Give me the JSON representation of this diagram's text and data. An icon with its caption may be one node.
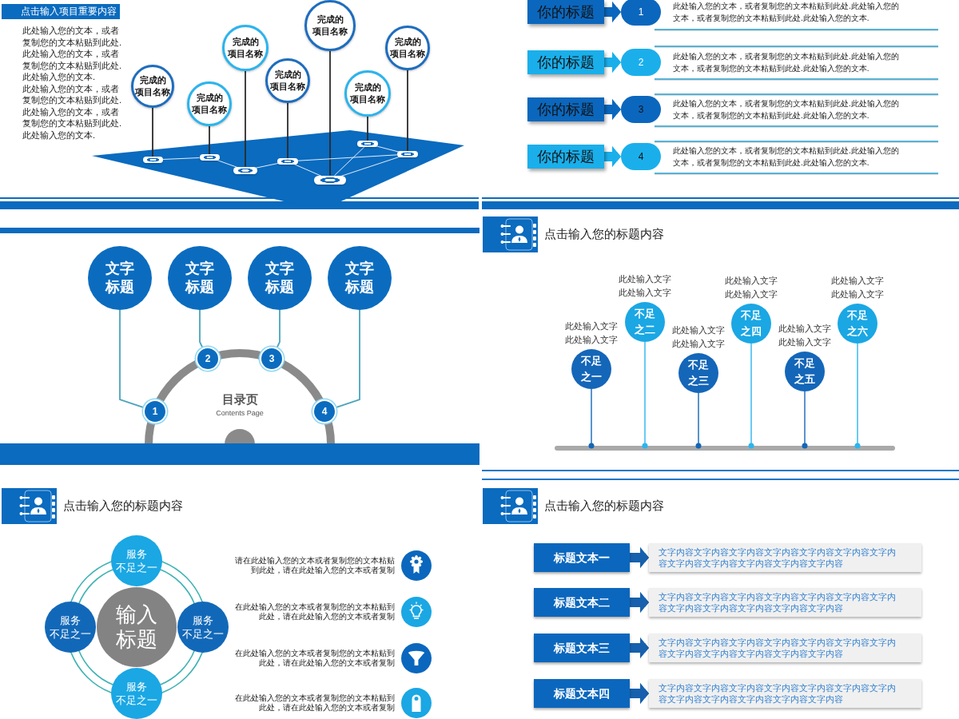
{
  "diagram": {
    "nodes": [
      {
        "text": [
          "点击输入项目重要内容"
        ]
      },
      {
        "text": [
          "完成的",
          "项目名称"
        ]
      },
      {
        "text": [
          "完成的",
          "项目名称"
        ]
      },
      {
        "text": [
          "完成的",
          "项目名称"
        ]
      },
      {
        "text": [
          "完成的",
          "项目名称"
        ]
      },
      {
        "text": [
          "完成的",
          "项目名称"
        ]
      },
      {
        "text": [
          "完成的",
          "项目名称"
        ]
      },
      {
        "text": [
          "完成的",
          "项目名称"
        ]
      },
      {
        "text": [],
        "shape": "ring"
      },
      {
        "text": [],
        "shape": "ring"
      },
      {
        "text": [],
        "shape": "ring"
      },
      {
        "text": [],
        "shape": "ring"
      },
      {
        "text": [],
        "shape": "ring"
      },
      {
        "text": [],
        "shape": "ring"
      },
      {
        "text": [],
        "shape": "ring"
      },
      {
        "text": [
          "你的标题"
        ]
      },
      {
        "text": [
          "1"
        ]
      },
      {
        "text": [
          "你的标题"
        ]
      },
      {
        "text": [
          "2"
        ]
      },
      {
        "text": [
          "你的标题"
        ]
      },
      {
        "text": [
          "3"
        ]
      },
      {
        "text": [
          "你的标题"
        ]
      },
      {
        "text": [
          "4"
        ]
      },
      {
        "text": [
          "文字标题"
        ]
      },
      {
        "text": [
          "文字标题"
        ]
      },
      {
        "text": [
          "文字标题"
        ]
      },
      {
        "text": [
          "文字标题"
        ]
      },
      {
        "text": [
          "1"
        ]
      },
      {
        "text": [
          "2"
        ]
      },
      {
        "text": [
          "3"
        ]
      },
      {
        "text": [
          "4"
        ]
      },
      {
        "text": [
          "不足之一"
        ],
        "beside": [
          "此处输入文字此处输入文字"
        ]
      },
      {
        "text": [
          "不足之二"
        ],
        "beside": [
          "此处输入文字此处输入文字"
        ]
      },
      {
        "text": [
          "不足之三"
        ],
        "beside": [
          "此处输入文字此处输入文字"
        ]
      },
      {
        "text": [
          "不足之四"
        ],
        "beside": [
          "此处输入文字此处输入文字"
        ]
      },
      {
        "text": [
          "不足之五"
        ],
        "beside": [
          "此处输入文字此处输入文字"
        ]
      },
      {
        "text": [
          "不足之六"
        ],
        "beside": [
          "此处输入文字此处输入文字"
        ]
      },
      {
        "text": [],
        "shape": "bar"
      },
      {
        "text": [
          "服务",
          "不足之一"
        ]
      },
      {
        "text": [
          "服务",
          "不足之一"
        ]
      },
      {
        "text": [
          "输入标题"
        ]
      },
      {
        "text": [
          "服务",
          "不足之一"
        ]
      },
      {
        "text": [
          "服务",
          "不足之一"
        ]
      },
      {
        "text": [
          "标题文本一"
        ]
      },
      {
        "text": [
          "文字内容文字内容文字内容文字内容文字内容文字内容文字内容文字内容文字内容文字内容文字内容文字内容"
        ]
      },
      {
        "text": [
          "标题文本二"
        ]
      },
      {
        "text": [
          "文字内容文字内容文字内容文字内容文字内容文字内容文字内容文字内容文字内容文字内容文字内容文字内容"
        ]
      },
      {
        "text": [
          "标题文本三"
        ]
      },
      {
        "text": [
          "文字内容文字内容文字内容文字内容文字内容文字内容文字内容文字内容文字内容文字内容文字内容文字内容"
        ]
      },
      {
        "text": [
          "标题文本四"
        ]
      },
      {
        "text": [
          "文字内容文字内容文字内容文字内容文字内容文字内容文字内容文字内容文字内容文字内容文字内容文字内容"
        ]
      }
    ],
    "edges": [
      {
        "from": 1,
        "to": 8,
        "arrow": "none",
        "color": "#2b2b2b"
      },
      {
        "from": 2,
        "to": 9,
        "arrow": "none",
        "color": "#2b2b2b"
      },
      {
        "from": 3,
        "to": 10,
        "arrow": "none",
        "color": "#2b2b2b"
      },
      {
        "from": 4,
        "to": 11,
        "arrow": "none",
        "color": "#2b2b2b"
      },
      {
        "from": 5,
        "to": 12,
        "arrow": "none",
        "color": "#2b2b2b"
      },
      {
        "from": 6,
        "to": 13,
        "arrow": "none",
        "color": "#2b2b2b"
      },
      {
        "from": 7,
        "to": 14,
        "arrow": "none",
        "color": "#2b2b2b"
      },
      {
        "from": 8,
        "to": 9,
        "arrow": "none",
        "color": "#e3eef9"
      },
      {
        "from": 9,
        "to": 10,
        "arrow": "none",
        "color": "#e3eef9"
      },
      {
        "from": 10,
        "to": 11,
        "arrow": "none",
        "color": "#e3eef9"
      },
      {
        "from": 11,
        "to": 12,
        "arrow": "none",
        "color": "#e3eef9"
      },
      {
        "from": 11,
        "to": 14,
        "arrow": "none",
        "color": "#e3eef9"
      },
      {
        "from": 12,
        "to": 13,
        "arrow": "none",
        "color": "#e3eef9"
      },
      {
        "from": 12,
        "to": 14,
        "arrow": "none",
        "color": "#e3eef9"
      },
      {
        "from": 13,
        "to": 14,
        "arrow": "none",
        "color": "#e3eef9"
      },
      {
        "from": 15,
        "to": 16,
        "arrow": "to",
        "style": "thick",
        "color": "#0b67bd"
      },
      {
        "from": 17,
        "to": 18,
        "arrow": "to",
        "style": "thick",
        "color": "#1aafeb"
      },
      {
        "from": 19,
        "to": 20,
        "arrow": "to",
        "style": "thick",
        "color": "#0b67bd"
      },
      {
        "from": 21,
        "to": 22,
        "arrow": "to",
        "style": "thick",
        "color": "#1aafeb"
      },
      {
        "from": 23,
        "to": 27,
        "arrow": "none",
        "color": "#4ba4bb"
      },
      {
        "from": 24,
        "to": 28,
        "arrow": "none",
        "color": "#4ba4bb"
      },
      {
        "from": 25,
        "to": 29,
        "arrow": "none",
        "color": "#4ba4bb"
      },
      {
        "from": 26,
        "to": 30,
        "arrow": "none",
        "color": "#4ba4bb"
      },
      {
        "from": 31,
        "to": 37,
        "arrow": "other",
        "color": "#1466b8"
      },
      {
        "from": 32,
        "to": 37,
        "arrow": "other",
        "color": "#2cb5ee"
      },
      {
        "from": 33,
        "to": 37,
        "arrow": "other",
        "color": "#1466b8"
      },
      {
        "from": 34,
        "to": 37,
        "arrow": "other",
        "color": "#2cb5ee"
      },
      {
        "from": 35,
        "to": 37,
        "arrow": "other",
        "color": "#1466b8"
      },
      {
        "from": 36,
        "to": 37,
        "arrow": "other",
        "color": "#2cb5ee"
      },
      {
        "from": 43,
        "to": 44,
        "arrow": "to",
        "style": "thick",
        "color": "#1760ad"
      },
      {
        "from": 45,
        "to": 46,
        "arrow": "to",
        "style": "thick",
        "color": "#1760ad"
      },
      {
        "from": 47,
        "to": 48,
        "arrow": "to",
        "style": "thick",
        "color": "#1760ad"
      },
      {
        "from": 49,
        "to": 50,
        "arrow": "to",
        "style": "thick",
        "color": "#1760ad"
      }
    ],
    "labels": [
      "此处输入您的文本，或者复制您的文本粘贴到此处.此处输入您的文本，或者复制您的文本粘贴到此处.此处输入您的文本.",
      "此处输入您的文本，或者复制您的文本粘贴到此处.此处输入您的文本，或者复制您的文本粘贴到此处.此处输入您的文本.",
      "此处输入您的文本，或者复制您的文本粘贴到此处.此处输入您的文本，或者复制您的文本粘贴到此处.此处输入您的文本.",
      "此处输入您的文本，或者复制您的文本粘贴到此处.此处输入您的文本，或者复制您的文本粘贴到此处.此处输入您的文本.",
      "此处输入您的文本，或者复制您的文本粘贴到此处.此处输入您的文本，或者复制您的文本粘贴到此处.此处输入您的文本.",
      "此处输入您的文本，或者复制您的文本粘贴到此处.此处输入您的文本，或者复制您的文本粘贴到此处.此处输入您的文本.",
      "目录页",
      "Contents Page",
      "点击输入您的标题内容",
      "点击输入您的标题内容",
      "请在此处输入您的文本或者复制您的文本粘贴到此处，请在此处输入您的文本或者复制",
      "在此处输入您的文本或者复制您的文本粘贴到此处，请在此处输入您的文本或者复制",
      "在此处输入您的文本或者复制您的文本粘贴到此处，请在此处输入您的文本或者复制",
      "在此处输入您的文本或者复制您的文本粘贴到此处，请在此处输入您的文本或者复制",
      "点击输入您的标题内容"
    ]
  }
}
